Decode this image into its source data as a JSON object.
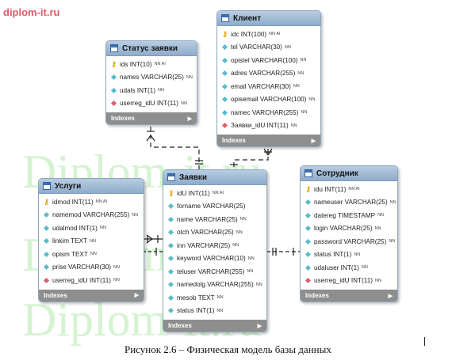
{
  "site_label": "diplom-it.ru",
  "watermark": "Diplom-it.ru",
  "caption": "Рисунок 2.6   – Физическая модель базы данных",
  "indexes_label": "Indexes",
  "tables": {
    "status": {
      "title": "Статус заявки",
      "rows": [
        {
          "icon": "key",
          "text": "ids INT(10)",
          "flags": "NN AI"
        },
        {
          "icon": "col",
          "text": "names VARCHAR(25)",
          "flags": "NN"
        },
        {
          "icon": "col",
          "text": "udals INT(1)",
          "flags": "NN"
        },
        {
          "icon": "fk",
          "text": "userreg_idU INT(11)",
          "flags": "NN"
        }
      ]
    },
    "client": {
      "title": "Клиент",
      "rows": [
        {
          "icon": "key",
          "text": "idc INT(100)",
          "flags": "NN AI"
        },
        {
          "icon": "col",
          "text": "tel VARCHAR(30)",
          "flags": "NN"
        },
        {
          "icon": "col",
          "text": "opistel VARCHAR(100)",
          "flags": "NN"
        },
        {
          "icon": "col",
          "text": "adres VARCHAR(255)",
          "flags": "NN"
        },
        {
          "icon": "col",
          "text": "email VARCHAR(30)",
          "flags": "NN"
        },
        {
          "icon": "col",
          "text": "opisemail VARCHAR(100)",
          "flags": "NN"
        },
        {
          "icon": "col",
          "text": "namec VARCHAR(255)",
          "flags": "NN"
        },
        {
          "icon": "fk",
          "text": "Заявки_idU INT(11)",
          "flags": "NN"
        }
      ]
    },
    "services": {
      "title": "Услуги",
      "rows": [
        {
          "icon": "key",
          "text": "idmod INT(11)",
          "flags": "NN AI"
        },
        {
          "icon": "col",
          "text": "namemod VARCHAR(255)",
          "flags": "NN"
        },
        {
          "icon": "col",
          "text": "udalmod INT(1)",
          "flags": "NN"
        },
        {
          "icon": "col",
          "text": "linkim TEXT",
          "flags": "NN"
        },
        {
          "icon": "col",
          "text": "opism TEXT",
          "flags": "NN"
        },
        {
          "icon": "col",
          "text": "prise VARCHAR(30)",
          "flags": "NN"
        },
        {
          "icon": "fk",
          "text": "userreg_idU INT(11)",
          "flags": "NN"
        }
      ]
    },
    "requests": {
      "title": "Заявки",
      "rows": [
        {
          "icon": "key",
          "text": "idU INT(11)",
          "flags": "NN AI"
        },
        {
          "icon": "col",
          "text": "forname VARCHAR(25)",
          "flags": ""
        },
        {
          "icon": "col",
          "text": "name VARCHAR(25)",
          "flags": "NN"
        },
        {
          "icon": "col",
          "text": "otch VARCHAR(25)",
          "flags": "NN"
        },
        {
          "icon": "col",
          "text": "inn VARCHAR(25)",
          "flags": "NN"
        },
        {
          "icon": "col",
          "text": "keyword VARCHAR(10)",
          "flags": "NN"
        },
        {
          "icon": "col",
          "text": "teluser VARCHAR(255)",
          "flags": "NN"
        },
        {
          "icon": "col",
          "text": "namedolg VARCHAR(255)",
          "flags": "NN"
        },
        {
          "icon": "col",
          "text": "mesob TEXT",
          "flags": "NN"
        },
        {
          "icon": "col",
          "text": "status INT(1)",
          "flags": "NN"
        }
      ]
    },
    "staff": {
      "title": "Сотрудник",
      "rows": [
        {
          "icon": "key",
          "text": "idu INT(11)",
          "flags": "NN AI"
        },
        {
          "icon": "col",
          "text": "nameuser VARCHAR(25)",
          "flags": "NN"
        },
        {
          "icon": "col",
          "text": "datereg TIMESTAMP",
          "flags": "NN"
        },
        {
          "icon": "col",
          "text": "login VARCHAR(25)",
          "flags": "NN"
        },
        {
          "icon": "col",
          "text": "password VARCHAR(25)",
          "flags": "NN"
        },
        {
          "icon": "col",
          "text": "status INT(1)",
          "flags": "NN"
        },
        {
          "icon": "col",
          "text": "udaluser INT(1)",
          "flags": "NN"
        },
        {
          "icon": "fk",
          "text": "userreg_idU INT(11)",
          "flags": "NN"
        }
      ]
    }
  }
}
